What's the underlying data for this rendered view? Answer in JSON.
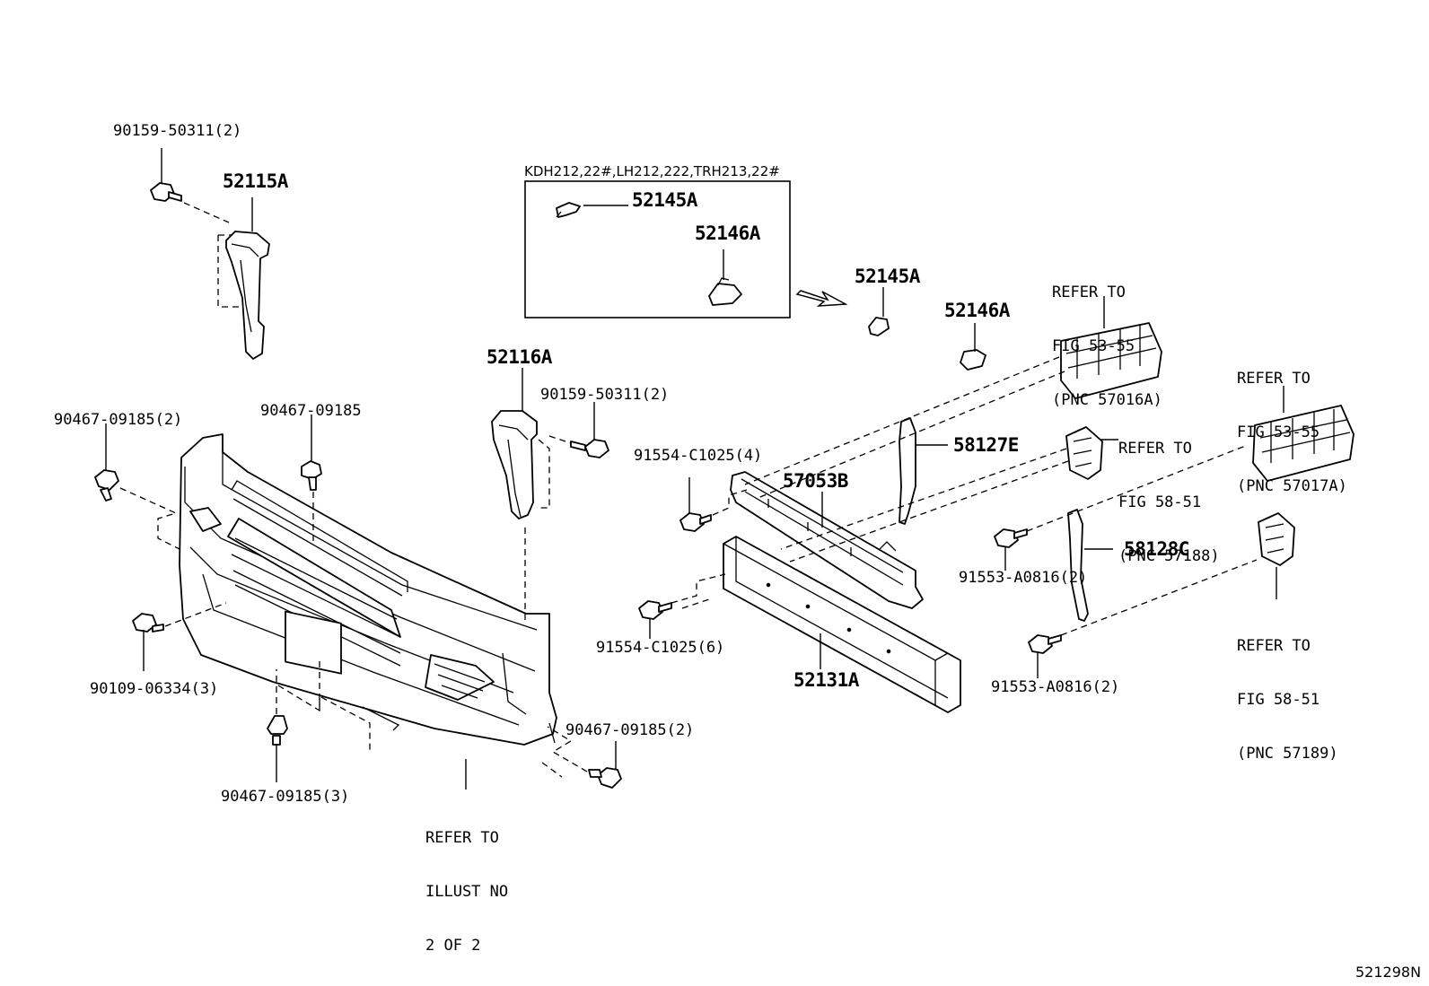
{
  "model_note": "KDH212,22#,LH212,222,TRH213,22#",
  "figure_code": "521298N",
  "labels": {
    "p90159_a": "90159-50311(2)",
    "p52115A": "52115A",
    "p52145A_box": "52145A",
    "p52146A_box": "52146A",
    "p52145A": "52145A",
    "p52146A": "52146A",
    "p52116A": "52116A",
    "p90159_b": "90159-50311(2)",
    "p90467_a": "90467-09185(2)",
    "p90467_b": "90467-09185",
    "p91554_a": "91554-C1025(4)",
    "p57053B": "57053B",
    "p58127E": "58127E",
    "p91553_a": "91553-A0816(2)",
    "p58128C": "58128C",
    "p91554_b": "91554-C1025(6)",
    "p52131A": "52131A",
    "p91553_b": "91553-A0816(2)",
    "p90109": "90109-06334(3)",
    "p90467_c": "90467-09185(2)",
    "p90467_d": "90467-09185(3)"
  },
  "refs": {
    "r57016A": [
      "REFER TO",
      "FIG 53-55",
      "(PNC 57016A)"
    ],
    "r57017A": [
      "REFER TO",
      "FIG 53-55",
      "(PNC 57017A)"
    ],
    "r57188": [
      "REFER TO",
      "FIG 58-51",
      "(PNC 57188)"
    ],
    "r57189": [
      "REFER TO",
      "FIG 58-51",
      "(PNC 57189)"
    ],
    "illust": [
      "REFER TO",
      "ILLUST NO",
      "2 OF 2"
    ]
  }
}
